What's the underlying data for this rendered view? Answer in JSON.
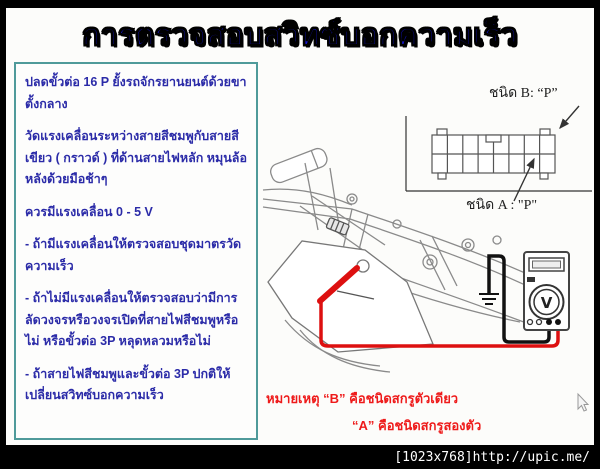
{
  "title": "การตรวจสอบสวิทซ์บอกความเร็ว",
  "panel": {
    "paragraphs": [
      "ปลดขั้วต่อ 16 P ยั้งรถจักรยานยนต์ด้วยขาตั้งกลาง",
      "วัดแรงเคลื่อนระหว่างสายสีชมพูกับสายสีเขียว ( กราวด์ ) ที่ด้านสายไฟหลัก หมุนล้อหลังด้วยมือช้าๆ",
      "ควรมีแรงเคลื่อน 0 - 5 V",
      "- ถ้ามีแรงเคลื่อนให้ตรวจสอบชุดมาตรวัดความเร็ว",
      "- ถ้าไม่มีแรงเคลื่อนให้ตรวจสอบว่ามีการลัดวงจรหรือวงจรเปิดที่สายไฟสีชมพูหรือไม่ หรือขั้วต่อ 3P หลุดหลวมหรือไม่",
      "- ถ้าสายไฟสีชมพูและขั้วต่อ 3P ปกติให้เปลี่ยนสวิทซ์บอกความเร็ว"
    ]
  },
  "diagram": {
    "type_b_label": "ชนิด B: “P”",
    "type_a_label": "ชนิด A : \"P\"",
    "meter_letter": "V"
  },
  "notes": {
    "line1": "หมายเหตุ “B” คือชนิดสกรูตัวเดียว",
    "line2": "“A” คือชนิดสกรูสองตัว"
  },
  "footer": {
    "watermark": "[1023x768]http://upic.me/"
  },
  "colors": {
    "title_blue": "#1414cc",
    "panel_text_blue": "#2b2ba8",
    "panel_border_teal": "#4f9a9a",
    "note_red": "#ee1a1a",
    "wire_red": "#dd1010",
    "wire_black": "#111111"
  }
}
